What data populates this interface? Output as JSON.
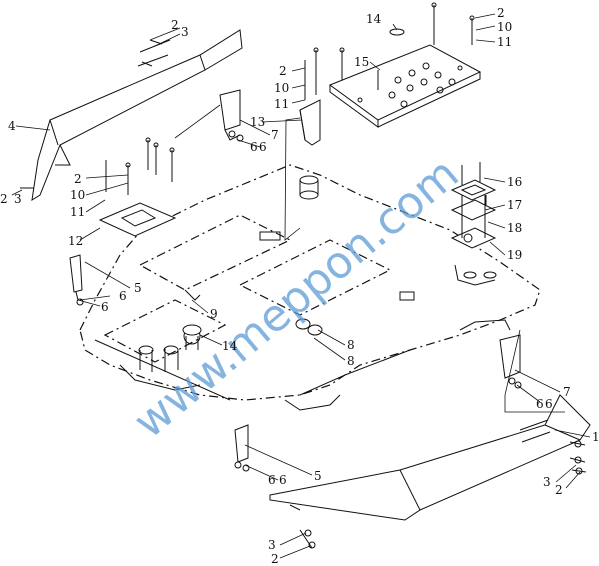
{
  "watermark": "www.meppon.com",
  "callouts": [
    {
      "id": "c-1",
      "text": "1"
    },
    {
      "id": "c-2a",
      "text": "2"
    },
    {
      "id": "c-3a",
      "text": "3"
    },
    {
      "id": "c-4",
      "text": "4"
    },
    {
      "id": "c-2b",
      "text": "2"
    },
    {
      "id": "c-3b",
      "text": "3"
    },
    {
      "id": "c-2c",
      "text": "2"
    },
    {
      "id": "c-10c",
      "text": "10"
    },
    {
      "id": "c-11c",
      "text": "11"
    },
    {
      "id": "c-12",
      "text": "12"
    },
    {
      "id": "c-5a",
      "text": "5"
    },
    {
      "id": "c-6a",
      "text": "6"
    },
    {
      "id": "c-6b",
      "text": "6"
    },
    {
      "id": "c-9",
      "text": "9"
    },
    {
      "id": "c-14a",
      "text": "14"
    },
    {
      "id": "c-2d",
      "text": "2"
    },
    {
      "id": "c-10d",
      "text": "10"
    },
    {
      "id": "c-11d",
      "text": "11"
    },
    {
      "id": "c-13",
      "text": "13"
    },
    {
      "id": "c-7a",
      "text": "7"
    },
    {
      "id": "c-6c",
      "text": "6"
    },
    {
      "id": "c-6d",
      "text": "6"
    },
    {
      "id": "c-14b",
      "text": "14"
    },
    {
      "id": "c-15",
      "text": "15"
    },
    {
      "id": "c-2e",
      "text": "2"
    },
    {
      "id": "c-10e",
      "text": "10"
    },
    {
      "id": "c-11e",
      "text": "11"
    },
    {
      "id": "c-16",
      "text": "16"
    },
    {
      "id": "c-17",
      "text": "17"
    },
    {
      "id": "c-18",
      "text": "18"
    },
    {
      "id": "c-19",
      "text": "19"
    },
    {
      "id": "c-8a",
      "text": "8"
    },
    {
      "id": "c-8b",
      "text": "8"
    },
    {
      "id": "c-7b",
      "text": "7"
    },
    {
      "id": "c-6e",
      "text": "6"
    },
    {
      "id": "c-6f",
      "text": "6"
    },
    {
      "id": "c-5b",
      "text": "5"
    },
    {
      "id": "c-6g",
      "text": "6"
    },
    {
      "id": "c-6h",
      "text": "6"
    },
    {
      "id": "c-3f",
      "text": "3"
    },
    {
      "id": "c-2f",
      "text": "2"
    },
    {
      "id": "c-3g",
      "text": "3"
    },
    {
      "id": "c-2g",
      "text": "2"
    }
  ]
}
